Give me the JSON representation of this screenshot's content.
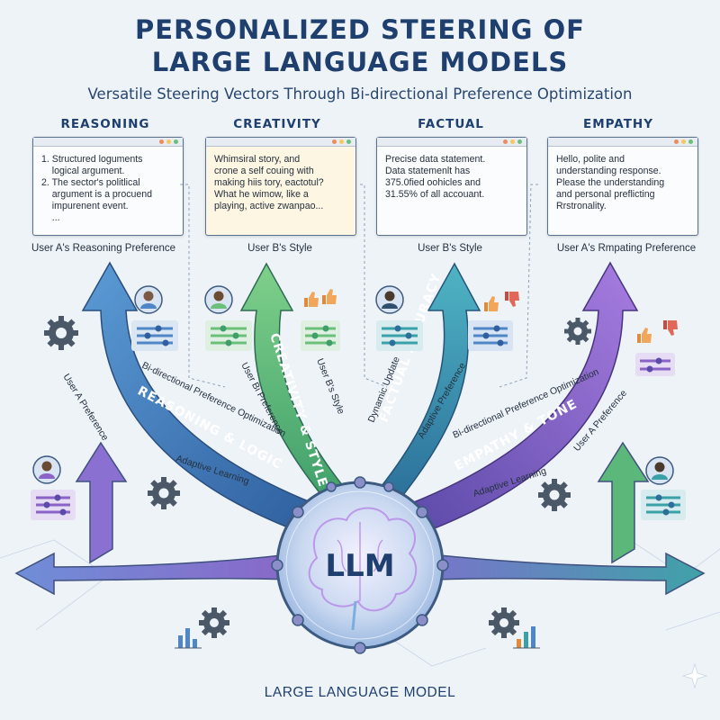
{
  "header": {
    "title_line1": "PERSONALIZED STEERING OF",
    "title_line2": "LARGE LANGUAGE MODELS",
    "subtitle": "Versatile Steering Vectors Through Bi-directional Preference Optimization"
  },
  "panels": [
    {
      "category": "REASONING",
      "lines": [
        "1. Structured loguments",
        "    logical argument.",
        "2. The sector's politlical",
        "    argument is a procuend",
        "    impurenent event.",
        "    ..."
      ],
      "caption": "User A's Reasoning Preference"
    },
    {
      "category": "CREATIVITY",
      "lines": [
        "Whimsiral story, and",
        "crone a self couing with",
        "making hiis tory, eactotul?",
        "What he wimow, like a",
        "playing, active zwanpao..."
      ],
      "caption": "User B's Style"
    },
    {
      "category": "FACTUAL",
      "lines": [
        "Precise data statement.",
        "Data statemenlt has",
        "375.0fied oohicles and",
        "31.55% of all accouant."
      ],
      "caption": "User B's Style"
    },
    {
      "category": "EMPATHY",
      "lines": [
        "Hello, polite and",
        "understanding response.",
        "Please the understanding",
        "and personal preflicting",
        "Rrstronality."
      ],
      "caption": "User A's Rmpating Preference"
    }
  ],
  "arrows": {
    "reasoning": "REASONING & LOGIC",
    "creativity": "CREATIVITY & STYLE",
    "factual": "FACTUAL ACCURACY",
    "empathy": "EMPATHY & TONE"
  },
  "annotations": {
    "user_a_pref_left": "User A Preference",
    "bidir_left": "Bi-directional Preference Optimization",
    "user_b_pref": "User Bi Preference",
    "user_bs_style": "User B's Style",
    "adaptive_left": "Adaptive Learning",
    "dynamic_update": "Dynamic Update",
    "adaptive_pref": "Adaptive Preference",
    "bidir_right": "Bi-directional Preference Optimization",
    "adaptive_right": "Adaptive Learning",
    "user_a_pref_right": "User A Preference"
  },
  "hub": {
    "label": "LLM"
  },
  "footer": {
    "label": "LARGE LANGUAGE MODEL"
  },
  "colors": {
    "blue": "#4f86c6",
    "green": "#6cbf7a",
    "teal": "#3aa1a8",
    "purple": "#8a63c8",
    "navy": "#1f3f6e"
  },
  "icons": [
    "gear-icon",
    "user-avatar-icon",
    "thumbs-up-icon",
    "thumbs-down-icon",
    "slider-icon",
    "brain-icon",
    "bar-chart-icon",
    "sparkle-icon"
  ]
}
